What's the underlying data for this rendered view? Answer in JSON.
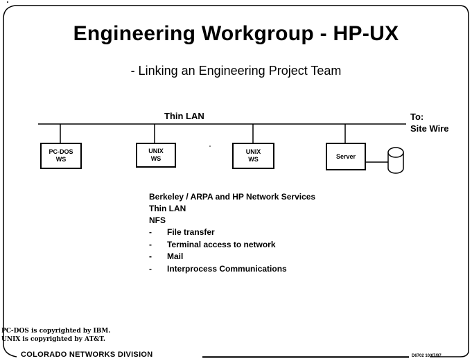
{
  "slide": {
    "title": "Engineering Workgroup - HP-UX",
    "subtitle": "- Linking an Engineering Project Team"
  },
  "network": {
    "lan_label": "Thin LAN",
    "to_label": "To:",
    "site_label": "Site Wire",
    "nodes": [
      {
        "line1": "PC-DOS",
        "line2": "WS"
      },
      {
        "line1": "UNIX",
        "line2": "WS"
      },
      {
        "line1": "UNIX",
        "line2": "WS"
      },
      {
        "line1": "Server",
        "line2": ""
      }
    ]
  },
  "services": {
    "lines": [
      "Berkeley / ARPA and HP Network Services",
      "Thin LAN",
      "NFS"
    ],
    "bullet_marker": "-",
    "bullets": [
      "File transfer",
      "Terminal access to network",
      "Mail",
      "Interprocess Communications"
    ]
  },
  "footnotes": {
    "line1": "PC-DOS is copyrighted by IBM.",
    "line2": "UNIX is copyrighted by AT&T."
  },
  "footer": {
    "division": "COLORADO NETWORKS DIVISION",
    "doc_number": "D6702 10/07/87"
  }
}
